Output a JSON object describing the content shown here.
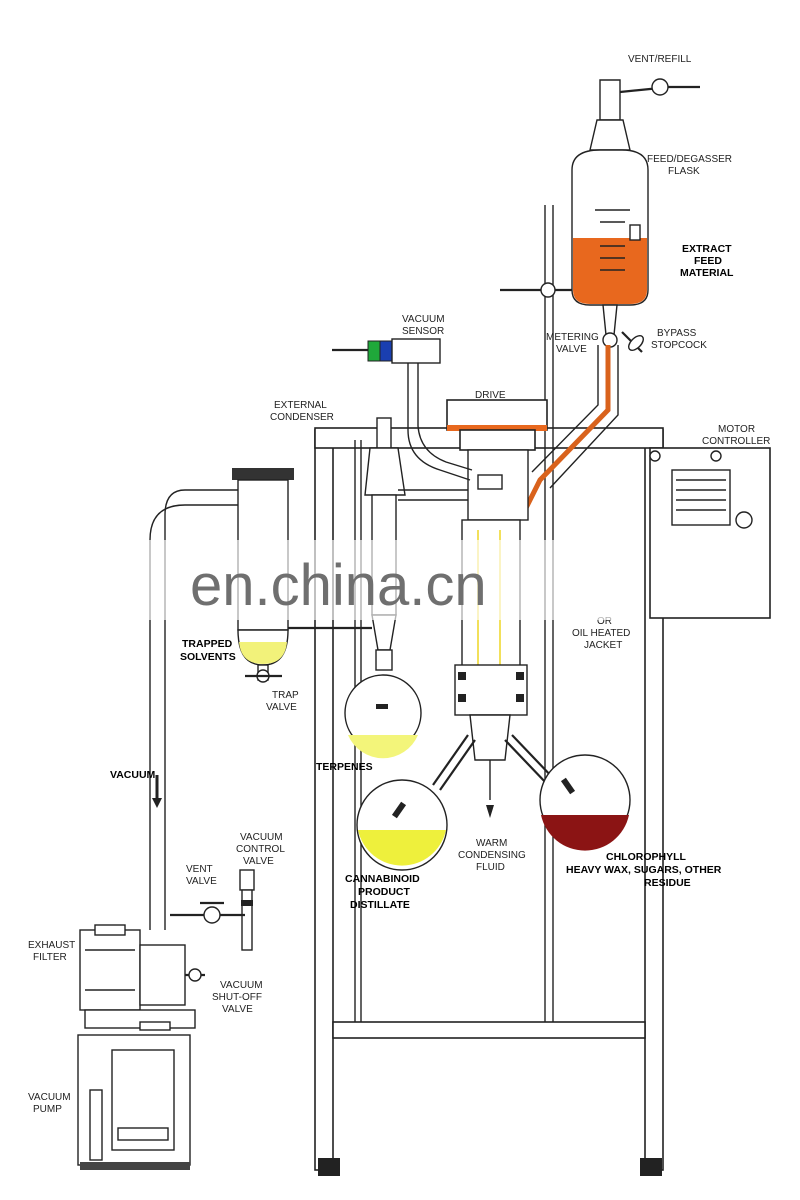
{
  "labels": {
    "vent_refill": "VENT/REFILL",
    "feed_flask_line1": "FEED/DEGASSER",
    "feed_flask_line2": "FLASK",
    "extract_line1": "EXTRACT",
    "extract_line2": "FEED",
    "extract_line3": "MATERIAL",
    "vacuum_sensor_line1": "VACUUM",
    "vacuum_sensor_line2": "SENSOR",
    "metering_valve_line1": "METERING",
    "metering_valve_line2": "VALVE",
    "bypass_line1": "BYPASS",
    "bypass_line2": "STOPCOCK",
    "external_condenser_line1": "EXTERNAL",
    "external_condenser_line2": "CONDENSER",
    "drive": "DRIVE",
    "motor_controller_line1": "MOTOR",
    "motor_controller_line2": "CONTROLLER",
    "oil_jacket_line1": "OR",
    "oil_jacket_line2": "OIL HEATED",
    "oil_jacket_line3": "JACKET",
    "trapped_line1": "TRAPPED",
    "trapped_line2": "SOLVENTS",
    "trap_valve_line1": "TRAP",
    "trap_valve_line2": "VALVE",
    "terpenes": "TERPENES",
    "vacuum": "VACUUM",
    "vacuum_control_line1": "VACUUM",
    "vacuum_control_line2": "CONTROL",
    "vacuum_control_line3": "VALVE",
    "vent_valve_line1": "VENT",
    "vent_valve_line2": "VALVE",
    "warm_fluid_line1": "WARM",
    "warm_fluid_line2": "CONDENSING",
    "warm_fluid_line3": "FLUID",
    "cannabinoid_line1": "CANNABINOID",
    "cannabinoid_line2": "PRODUCT",
    "cannabinoid_line3": "DISTILLATE",
    "chlorophyll_line1": "CHLOROPHYLL",
    "chlorophyll_line2": "HEAVY WAX, SUGARS, OTHER",
    "chlorophyll_line3": "RESIDUE",
    "exhaust_line1": "EXHAUST",
    "exhaust_line2": "FILTER",
    "shutoff_line1": "VACUUM",
    "shutoff_line2": "SHUT-OFF",
    "shutoff_line3": "VALVE",
    "pump_line1": "VACUUM",
    "pump_line2": "PUMP",
    "watermark": "en.china.cn"
  },
  "colors": {
    "feed_material": "#e8681e",
    "feed_line": "#d9621c",
    "terpenes": "#f3f57a",
    "distillate": "#eef03c",
    "residue": "#8b1414",
    "trapped_solvents": "#f2f27a",
    "sensor_green": "#1fa83a",
    "sensor_blue": "#1a3fb0"
  }
}
